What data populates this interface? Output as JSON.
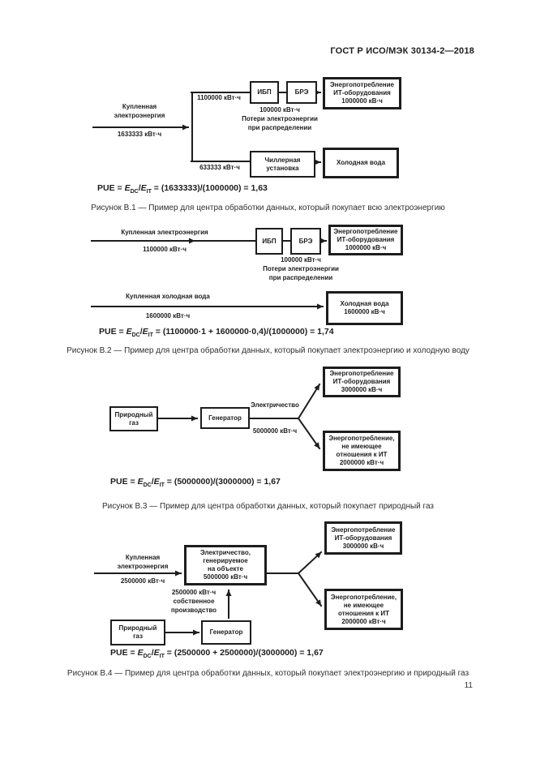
{
  "header": {
    "title": "ГОСТ Р ИСО/МЭК 30134-2—2018"
  },
  "page_number": "11",
  "b1": {
    "input_label": "Купленная\nэлектроэнергия",
    "input_value": "1633333 кВт·ч",
    "top_value": "1100000 кВт·ч",
    "ups": "ИБП",
    "pdu": "БРЭ",
    "it_box": "Энергопотребление\nИТ-оборудования\n1000000 кВ·ч",
    "loss_text": "100000 кВт·ч\nПотери электроэнергии\nпри распределении",
    "bottom_value": "633333 кВт·ч",
    "chiller_box": "Чиллерная\nустановка",
    "water_box": "Холодная вода",
    "formula": {
      "pre": "PUE = ",
      "e1": "E",
      "sub1": "DC",
      "mid": "/",
      "e2": "E",
      "sub2": "IT",
      "rest": " = (1633333)/(1000000) = 1,63"
    },
    "caption": "Рисунок В.1 — Пример для центра обработки данных, который покупает всю электроэнергию"
  },
  "b2": {
    "input_label": "Купленная электроэнергия",
    "input_value": "1100000 кВт·ч",
    "ups": "ИБП",
    "pdu": "БРЭ",
    "it_box": "Энергопотребление\nИТ-оборудования\n1000000 кВ·ч",
    "loss_text": "100000 кВт·ч\nПотери электроэнергии\nпри распределении",
    "water_label": "Купленная холодная вода",
    "water_value": "1600000 кВт·ч",
    "water_box": "Холодная вода\n1600000 кВ·ч",
    "formula": {
      "pre": "PUE = ",
      "e1": "E",
      "sub1": "DC",
      "mid": "/",
      "e2": "E",
      "sub2": "IT",
      "rest": " = (1100000·1 + 1600000·0,4)/(1000000) = 1,74"
    },
    "caption": "Рисунок В.2 — Пример для центра обработки данных, который покупает электроэнергию и холодную воду"
  },
  "b3": {
    "gas_box": "Природный\nгаз",
    "generator_box": "Генератор",
    "elec_label": "Электричество",
    "elec_value": "5000000 кВт·ч",
    "it_box": "Энергопотребление\nИТ-оборудования\n3000000 кВ·ч",
    "nonit_box": "Энергопотребление,\nне имеющее\nотношения к ИТ\n2000000 кВт·ч",
    "formula": {
      "pre": "PUE = ",
      "e1": "E",
      "sub1": "DC",
      "mid": "/",
      "e2": "E",
      "sub2": "IT",
      "rest": " = (5000000)/(3000000) = 1,67"
    },
    "caption": "Рисунок В.3 — Пример для центра обработки данных, который покупает природный газ"
  },
  "b4": {
    "input_label": "Купленная\nэлектроэнергия",
    "input_value": "2500000 кВт·ч",
    "onsite_box": "Электричество,\nгенерируемое\nна объекте\n5000000 кВт·ч",
    "own_text": "2500000 кВт·ч\nсобственное\nпроизводство",
    "gas_box": "Природный\nгаз",
    "generator_box": "Генератор",
    "it_box": "Энергопотребление\nИТ-оборудования\n3000000 кВ·ч",
    "nonit_box": "Энергопотребление,\nне имеющее\nотношения к ИТ\n2000000 кВт·ч",
    "formula": {
      "pre": "PUE = ",
      "e1": "E",
      "sub1": "DC",
      "mid": "/",
      "e2": "E",
      "sub2": "IT",
      "rest": " = (2500000 + 2500000)/(3000000) = 1,67"
    },
    "caption": "Рисунок В.4 — Пример для центра обработки данных, который покупает электроэнергию и природный газ"
  }
}
